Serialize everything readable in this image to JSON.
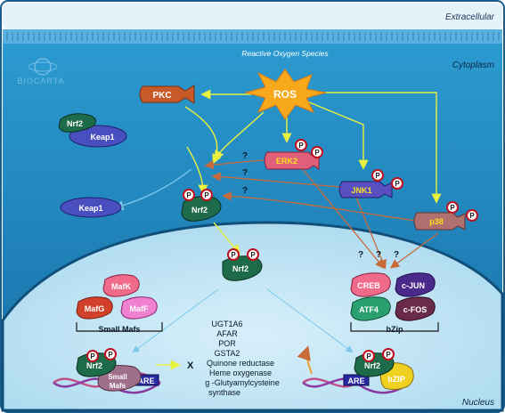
{
  "compartments": {
    "extracellular": "Extracellular",
    "cytoplasm": "Cytoplasm",
    "nucleus": "Nucleus",
    "ros_label": "Reactive Oxygen Species"
  },
  "logo": "BIOCARTA",
  "nodes": {
    "ros": "ROS",
    "pkc": "PKC",
    "nrf2_keap1_nrf2": "Nrf2",
    "nrf2_keap1_keap1": "Keap1",
    "keap1": "Keap1",
    "erk2": "ERK2",
    "jnk1": "JNK1",
    "p38": "p38",
    "nrf2_cyto": "Nrf2",
    "nrf2_nuc": "Nrf2",
    "mafk": "MafK",
    "mafg": "MafG",
    "maff": "MafF",
    "small_mafs": "Small Mafs",
    "creb": "CREB",
    "cjun": "c-JUN",
    "atf4": "ATF4",
    "cfos": "c-FOS",
    "bzip_group": "bZip",
    "nrf2_left": "Nrf2",
    "small_mafs_complex": "Small Mafs",
    "are_left": "ARE",
    "nrf2_right": "Nrf2",
    "bzip_complex": "bZIP",
    "are_right": "ARE",
    "x_mark": "X",
    "phospho": "P"
  },
  "question_marks": [
    "?",
    "?",
    "?",
    "?",
    "?",
    "?"
  ],
  "genes": [
    "UGT1A6",
    "AFAR",
    "POR",
    "GSTA2",
    "Quinone reductase",
    "Heme oxygenase",
    "g -Glutyamylcysteine",
    "synthase"
  ],
  "colors": {
    "cytoplasm": "#1f86bd",
    "nucleus": "#bfe3f3",
    "membrane": "#4aa3d6",
    "nrf2": "#1e6b4a",
    "keap1": "#4a4fc0",
    "pkc": "#c85a2a",
    "erk2": "#e0607a",
    "jnk1": "#5a4fc0",
    "p38": "#b07070",
    "ros": "#f7a81b",
    "arrow_yellow": "#e8f040",
    "arrow_orange": "#c86a3a"
  }
}
